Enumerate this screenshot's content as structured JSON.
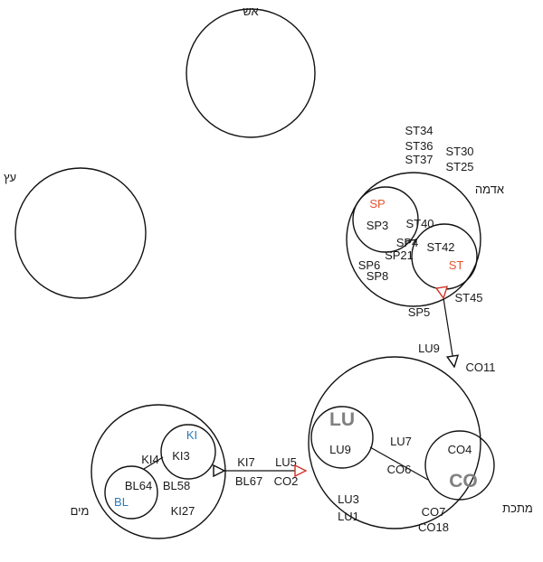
{
  "elements": {
    "fire": {
      "label": "אש"
    },
    "wood": {
      "label": "עץ"
    },
    "earth": {
      "label": "אדמה"
    },
    "metal": {
      "label": "מתכת"
    },
    "water": {
      "label": "מים"
    }
  },
  "earth_points": {
    "st34": "ST34",
    "st36": "ST36",
    "st37": "ST37",
    "st30": "ST30",
    "st25": "ST25",
    "sp_title": "SP",
    "sp3": "SP3",
    "st40": "ST40",
    "sp4": "SP4",
    "sp21": "SP21",
    "st42": "ST42",
    "st_title": "ST",
    "sp6": "SP6",
    "sp8": "SP8",
    "st45": "ST45",
    "sp5": "SP5"
  },
  "metal_points": {
    "lu9_out": "LU9",
    "co11": "CO11",
    "lu_title": "LU",
    "lu9": "LU9",
    "lu7": "LU7",
    "co4": "CO4",
    "co6": "CO6",
    "co_title": "CO",
    "lu3": "LU3",
    "lu1": "LU1",
    "co7": "CO7",
    "co18": "CO18",
    "lu5": "LU5",
    "co2": "CO2"
  },
  "water_points": {
    "ki_title": "KI",
    "ki3": "KI3",
    "ki4": "KI4",
    "bl64": "BL64",
    "bl58": "BL58",
    "bl_title": "BL",
    "ki27": "KI27",
    "ki7": "KI7",
    "bl67": "BL67"
  },
  "colors": {
    "stroke": "#111111",
    "yin_label": "#e8532f",
    "water_label": "#2a7ab8",
    "organ_label": "#808080"
  }
}
